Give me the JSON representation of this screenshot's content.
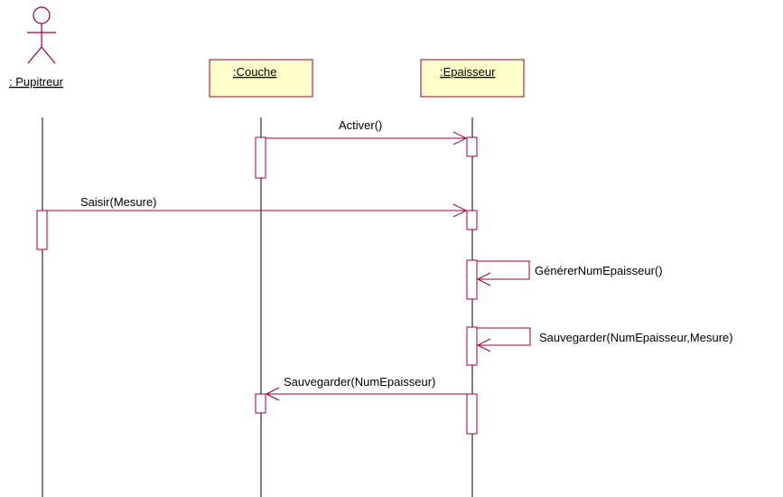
{
  "diagram": {
    "type": "uml-sequence",
    "actor": {
      "label": ": Pupitreur"
    },
    "objects": [
      {
        "id": "couche",
        "label": ":Couche"
      },
      {
        "id": "epaisseur",
        "label": ":Epaisseur"
      }
    ],
    "messages": [
      {
        "id": "activer",
        "from": "couche",
        "to": "epaisseur",
        "label": "Activer()"
      },
      {
        "id": "saisir",
        "from": "pupitreur",
        "to": "epaisseur",
        "label": "Saisir(Mesure)"
      },
      {
        "id": "generer",
        "from": "epaisseur",
        "to": "epaisseur",
        "label": "GénérerNumEpaisseur()"
      },
      {
        "id": "sauvegarder-self",
        "from": "epaisseur",
        "to": "epaisseur",
        "label": "Sauvegarder(NumEpaisseur,Mesure)"
      },
      {
        "id": "sauvegarder-couche",
        "from": "epaisseur",
        "to": "couche",
        "label": "Sauvegarder(NumEpaisseur)"
      }
    ],
    "colors": {
      "line": "#990033",
      "object_fill": "#ffffcc",
      "lifeline": "#000000"
    }
  }
}
